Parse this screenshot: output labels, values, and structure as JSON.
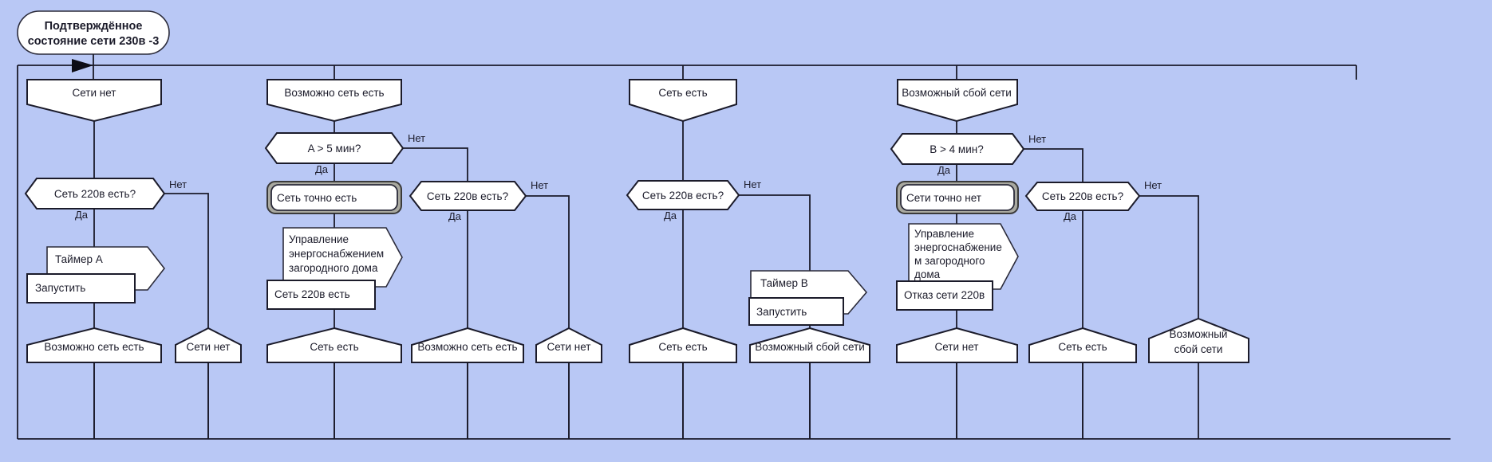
{
  "diagram": {
    "title": "Подтверждённое состояние сети 230в -3",
    "background_color": "#b9c8f5",
    "shape_fill": "#ffffff",
    "stroke_color": "#1b1b2a",
    "highlight_border_color": "#a9a9a0",
    "labels": {
      "yes": "Да",
      "no": "Нет"
    }
  },
  "start": {
    "label": "Подтверждённое состояние сети 230в -3"
  },
  "branches": [
    {
      "id": "col1",
      "entry": "Сети нет",
      "decision": "Сеть 220в есть?",
      "timer_name": "Таймер А",
      "timer_action": "Запустить",
      "yes_outcome": "Возможно сеть есть",
      "no_outcome": "Сети нет"
    },
    {
      "id": "col2",
      "entry": "Возможно сеть есть",
      "timer_decision": "A > 5 мин?",
      "confirmed": "Сеть точно есть",
      "process": "Управление энергоснабжением загородного дома",
      "process_lines": [
        "Управление",
        "энергоснабжением",
        "загородного дома"
      ],
      "event": "Сеть 220в есть",
      "yes_outcome": "Сеть есть",
      "decision": "Сеть 220в есть?",
      "dec_yes_outcome": "Возможно сеть есть",
      "dec_no_outcome": "Сети нет"
    },
    {
      "id": "col3",
      "entry": "Сеть есть",
      "decision": "Сеть 220в есть?",
      "timer_name": "Таймер В",
      "timer_action": "Запустить",
      "yes_outcome": "Сеть есть",
      "no_outcome": "Возможный сбой сети"
    },
    {
      "id": "col4",
      "entry": "Возможный сбой сети",
      "timer_decision": "B > 4 мин?",
      "confirmed": "Сети точно нет",
      "process": "Управление энергоснабжением загородного дома",
      "process_lines": [
        "Управление",
        "энергоснабжение",
        "м загородного",
        "дома"
      ],
      "event": "Отказ сети 220в",
      "yes_outcome": "Сети нет",
      "decision": "Сеть 220в есть?",
      "dec_yes_outcome": "Сеть есть",
      "dec_no_outcome_lines": [
        "Возможный",
        "сбой сети"
      ],
      "dec_no_outcome": "Возможный сбой сети"
    }
  ]
}
